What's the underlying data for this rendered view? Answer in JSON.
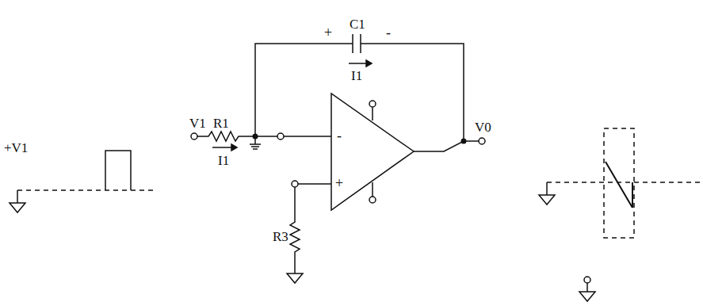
{
  "diagram": {
    "labels": [
      "+V1",
      "V1",
      "R1",
      "I1",
      "+",
      "C1",
      "-",
      "I1",
      "-",
      "+",
      "V0",
      "R3"
    ]
  }
}
